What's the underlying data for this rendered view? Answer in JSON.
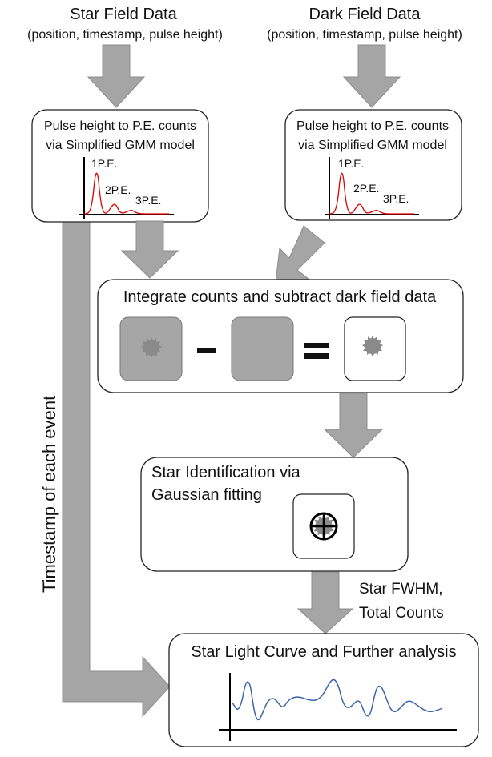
{
  "inputs": {
    "star": {
      "title": "Star Field Data",
      "subtitle": "(position, timestamp, pulse height)"
    },
    "dark": {
      "title": "Dark Field Data",
      "subtitle": "(position, timestamp, pulse height)"
    }
  },
  "gmm_box": {
    "line1": "Pulse height to P.E. counts",
    "line2": "via Simplified GMM model",
    "peaks": [
      "1P.E.",
      "2P.E.",
      "3P.E."
    ]
  },
  "integrate_box": {
    "title": "Integrate counts and subtract dark field data"
  },
  "identification_box": {
    "line1": "Star Identification via",
    "line2": "Gaussian fitting"
  },
  "fwhm_label": {
    "line1": "Star FWHM,",
    "line2": "Total Counts"
  },
  "lightcurve_box": {
    "title": "Star Light Curve and Further analysis"
  },
  "side_label": "Timestamp of each event",
  "colors": {
    "arrow": "#a5a5a5",
    "pe_curve": "#e00000",
    "light_curve": "#3b66a8",
    "tile": "#a6a6a6",
    "star": "#8a8a8a"
  }
}
